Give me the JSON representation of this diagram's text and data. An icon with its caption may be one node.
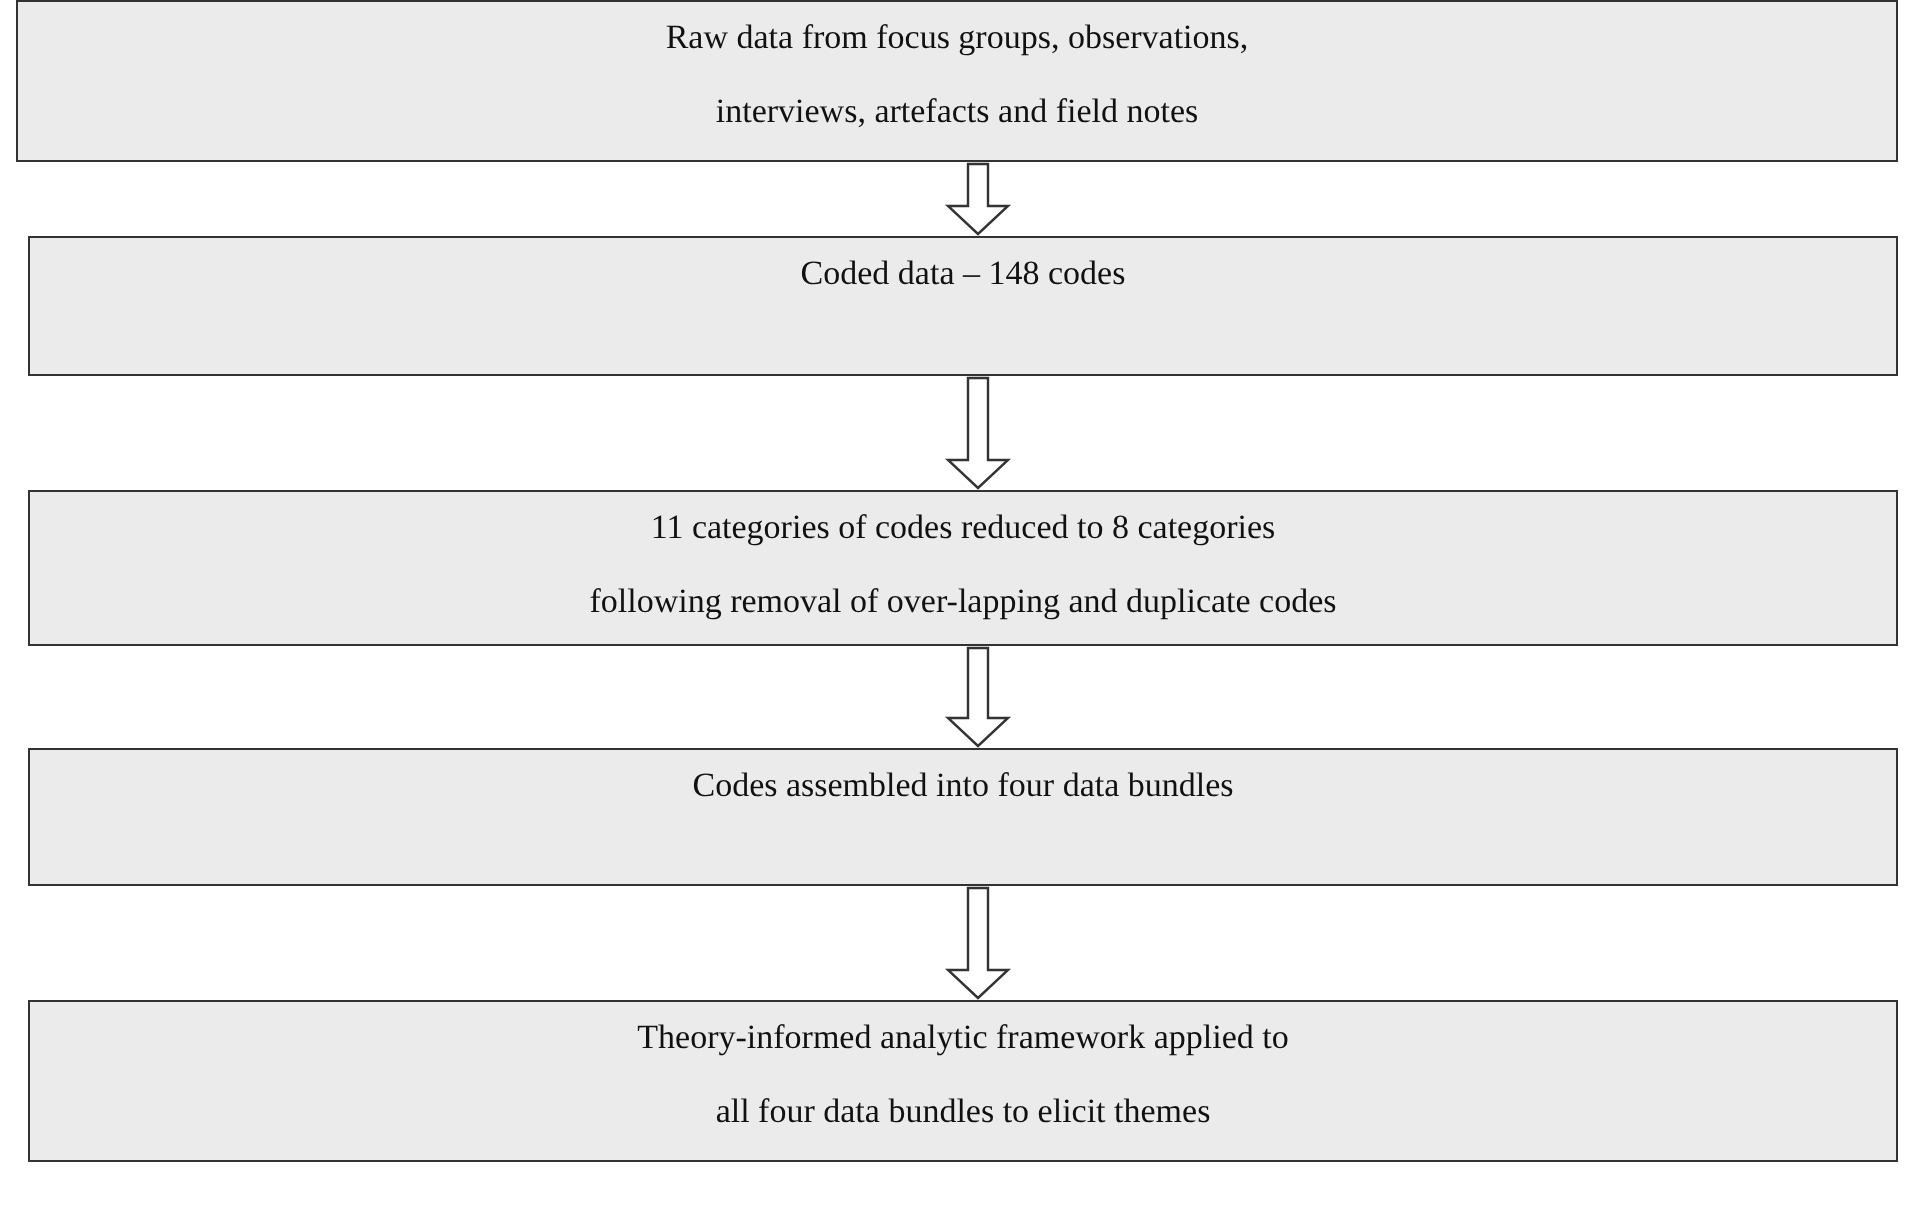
{
  "diagram": {
    "nodes": [
      {
        "text": [
          "Raw data from focus groups, observations, interviews, artefacts and field notes"
        ]
      },
      {
        "text": [
          "Coded data – 148 codes"
        ]
      },
      {
        "text": [
          "11 categories of codes reduced to 8 categories following removal of over-lapping and duplicate codes"
        ]
      },
      {
        "text": [
          "Codes assembled into four data bundles"
        ]
      },
      {
        "text": [
          "Theory-informed analytic framework applied to all four data bundles to elicit themes"
        ]
      }
    ],
    "edges": [
      {
        "from": 0,
        "to": 1,
        "arrow": "to"
      },
      {
        "from": 1,
        "to": 2,
        "arrow": "to"
      },
      {
        "from": 2,
        "to": 3,
        "arrow": "to"
      },
      {
        "from": 3,
        "to": 4,
        "arrow": "to"
      }
    ]
  }
}
